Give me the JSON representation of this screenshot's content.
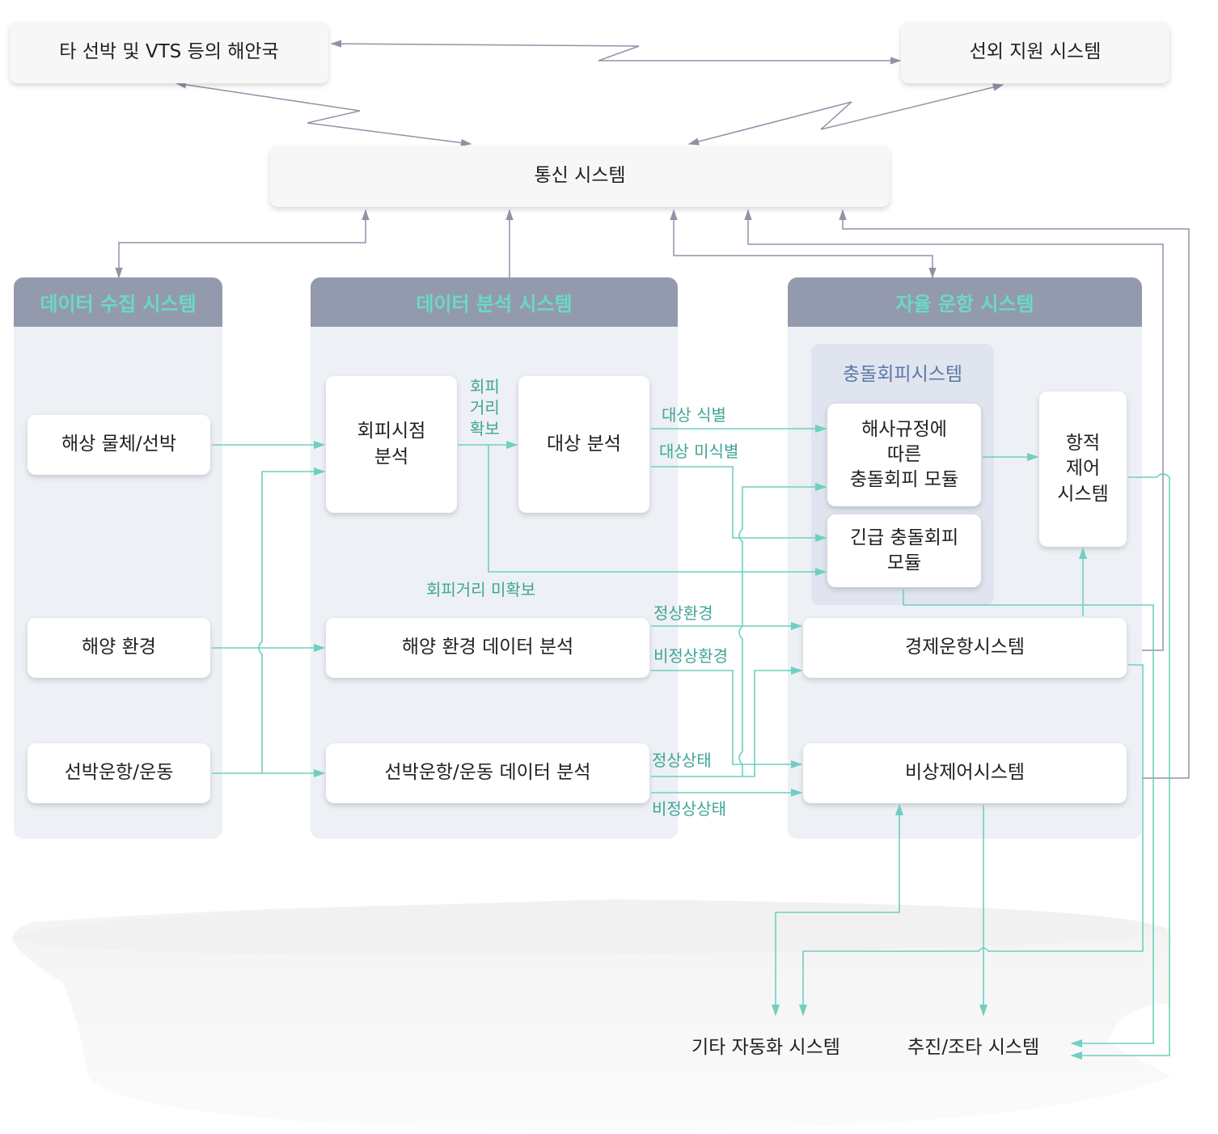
{
  "top": {
    "coast_guard": "타 선박 및 VTS 등의 해안국",
    "onshore_support": "선외 지원 시스템",
    "communication": "통신 시스템"
  },
  "collection": {
    "header": "데이터 수집 시스템",
    "marine_object": "해상 물체/선박",
    "marine_env": "해양 환경",
    "ship_motion": "선박운항/운동"
  },
  "analysis": {
    "header": "데이터 분석 시스템",
    "avoid_timing": "회피시점\n분석",
    "target_analysis": "대상 분석",
    "env_data": "해양 환경 데이터 분석",
    "motion_data": "선박운항/운동 데이터 분석"
  },
  "autonomous": {
    "header": "자율 운항 시스템",
    "collision_avoid": "충돌회피시스템",
    "colreg_module": "해사규정에\n따른\n충돌회피 모듈",
    "emergency_module": "긴급 충돌회피\n모듈",
    "track_control": "항적\n제어\n시스템",
    "economic": "경제운항시스템",
    "emergency_control": "비상제어시스템"
  },
  "labels": {
    "distance_ok": "회피\n거리\n확보",
    "target_identified": "대상 식별",
    "target_unidentified": "대상 미식별",
    "distance_not_ok": "회피거리 미확보",
    "normal_env": "정상환경",
    "abnormal_env": "비정상환경",
    "normal_state": "정상상태",
    "abnormal_state": "비정상상태"
  },
  "bottom": {
    "other_automation": "기타 자동화 시스템",
    "propulsion": "추진/조타 시스템"
  },
  "colors": {
    "teal": "#6fcfc0",
    "gray_line": "#8e94a8",
    "panel_header": "#949aad",
    "panel_bg": "#edf0f5",
    "header_text": "#6ad9c9"
  }
}
